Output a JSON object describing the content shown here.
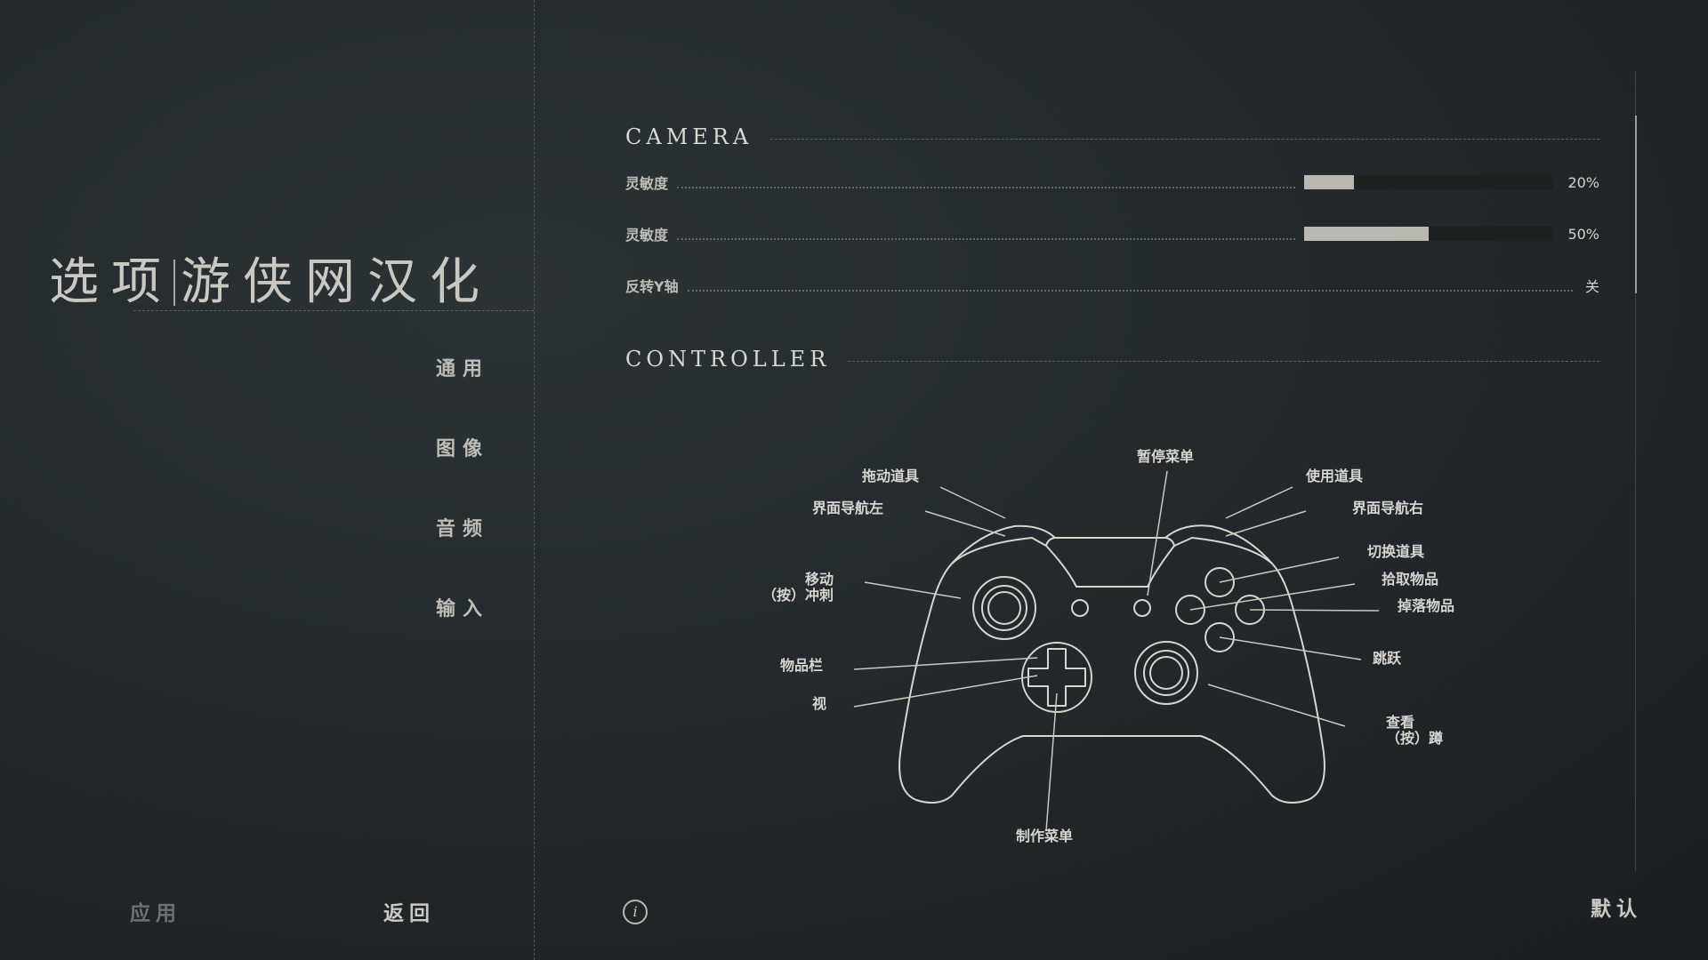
{
  "title": {
    "main": "选项",
    "sub": "游侠网汉化"
  },
  "nav": {
    "items": [
      "通用",
      "图像",
      "音频",
      "输入"
    ]
  },
  "footer": {
    "apply": "应用",
    "back": "返回",
    "default": "默认",
    "info_icon": "info-icon"
  },
  "camera": {
    "header": "CAMERA",
    "rows": [
      {
        "label": "灵敏度",
        "value": "20%",
        "level": 0.2
      },
      {
        "label": "灵敏度",
        "value": "50%",
        "level": 0.5
      },
      {
        "label": "反转Y轴",
        "value": "关"
      }
    ]
  },
  "controller": {
    "header": "CONTROLLER",
    "labels": {
      "pause_menu": "暂停菜单",
      "drag_item": "拖动道具",
      "ui_nav_left": "界面导航左",
      "use_item": "使用道具",
      "ui_nav_right": "界面导航右",
      "switch_item": "切换道具",
      "pickup_item": "拾取物品",
      "drop_item": "掉落物品",
      "move": "移动",
      "sprint": "（按）冲刺",
      "inventory": "物品栏",
      "view": "视",
      "jump": "跳跃",
      "look": "查看",
      "crouch": "（按）蹲",
      "craft_menu": "制作菜单"
    }
  },
  "colors": {
    "accent": "#c9c9c2",
    "background": "#23292c",
    "slider_fill": "#b8b8b0",
    "slider_track": "#1e2122"
  }
}
